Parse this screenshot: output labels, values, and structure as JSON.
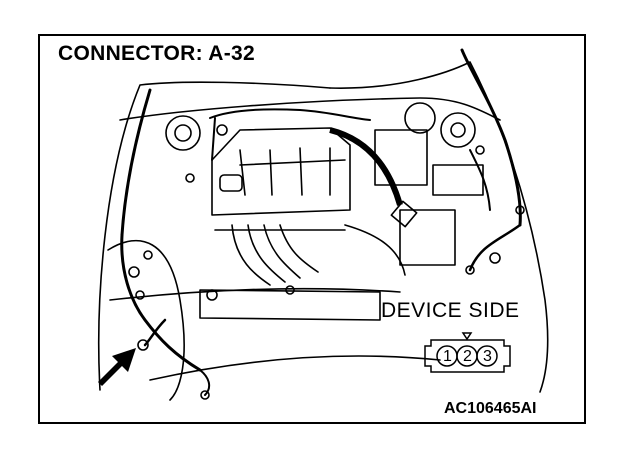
{
  "title": "CONNECTOR: A-32",
  "connector": {
    "side_label": "DEVICE SIDE",
    "pins": [
      "1",
      "2",
      "3"
    ]
  },
  "figure_code": "AC106465AI",
  "icons": [
    "engine-bay-drawing",
    "pointer-arrow-icon",
    "connector-key-icon"
  ]
}
